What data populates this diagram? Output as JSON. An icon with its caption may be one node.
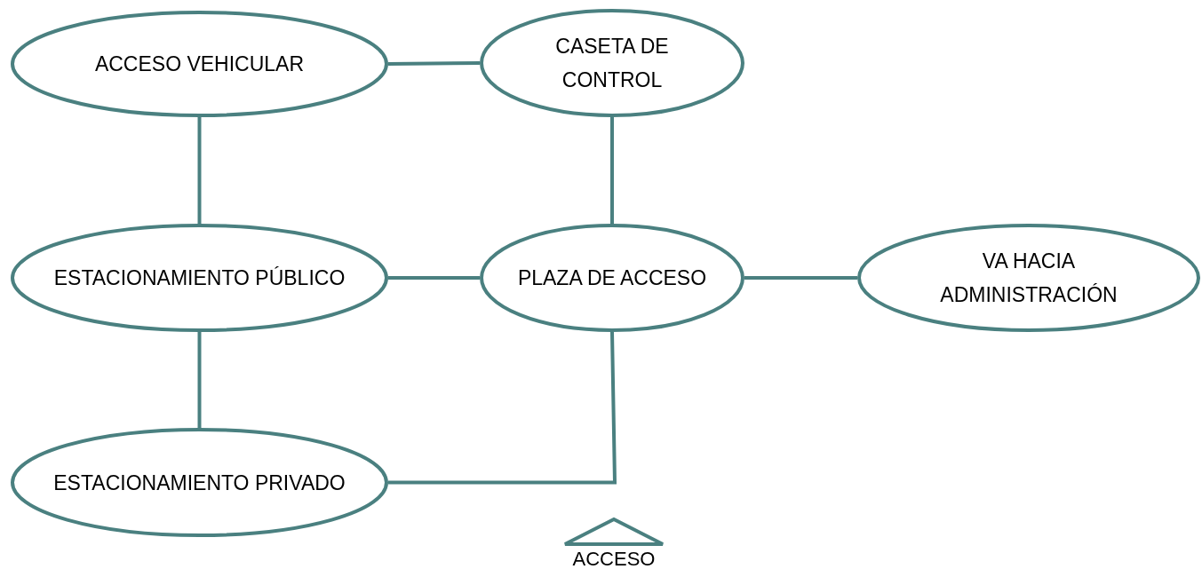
{
  "diagram": {
    "nodes": [
      {
        "text": [
          "ACCESO VEHICULAR"
        ]
      },
      {
        "text": [
          "CASETA DE CONTROL"
        ]
      },
      {
        "text": [
          "ESTACIONAMIENTO PÚBLICO"
        ]
      },
      {
        "text": [
          "PLAZA DE ACCESO"
        ]
      },
      {
        "text": [
          "VA HACIA ADMINISTRACIÓN"
        ]
      },
      {
        "text": [
          "ESTACIONAMIENTO PRIVADO"
        ]
      },
      {
        "text": [
          "ACCESO"
        ]
      }
    ],
    "edges": [
      {
        "from": 0,
        "to": 1,
        "arrow": "none"
      },
      {
        "from": 0,
        "to": 2,
        "arrow": "none"
      },
      {
        "from": 1,
        "to": 3,
        "arrow": "none"
      },
      {
        "from": 2,
        "to": 3,
        "arrow": "none"
      },
      {
        "from": 3,
        "to": 4,
        "arrow": "none"
      },
      {
        "from": 2,
        "to": 5,
        "arrow": "none"
      },
      {
        "from": 5,
        "to": 3,
        "arrow": "none"
      }
    ]
  }
}
